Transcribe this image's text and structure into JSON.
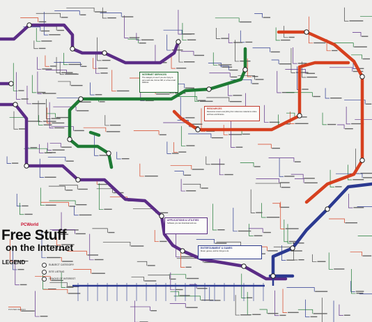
{
  "title": {
    "brand": "PCWorld",
    "line1": "Free Stuff",
    "line2": "on the Internet"
  },
  "legend": {
    "heading": "LEGEND",
    "items": [
      "SUBJECT CATEGORY",
      "SITE LISTING",
      "TRACKS OF INTEREST"
    ]
  },
  "credit": "POSTER DESIGN",
  "callouts": [
    {
      "heading": "INTERNET SERVICES",
      "color": "#1e6b2e",
      "body": "The category to use if you are trying to get a web site, find an ISP, or a free email address."
    },
    {
      "heading": "RESOURCES",
      "color": "#c0392b",
      "body": "Resources covers everything from reference material to online archives and libraries."
    },
    {
      "heading": "APPLICATIONS & UTILITIES",
      "color": "#5a2d82",
      "body": "Software you can download and use."
    },
    {
      "heading": "ENTERTAINMENT & GAMES",
      "color": "#2c3a8c",
      "body": "Music, games, and fun things to do."
    }
  ],
  "lines": [
    {
      "name": "green",
      "color": "#1e7a34"
    },
    {
      "name": "red",
      "color": "#d6401f"
    },
    {
      "name": "purple",
      "color": "#5b2c86"
    },
    {
      "name": "navy",
      "color": "#2b3990"
    }
  ]
}
